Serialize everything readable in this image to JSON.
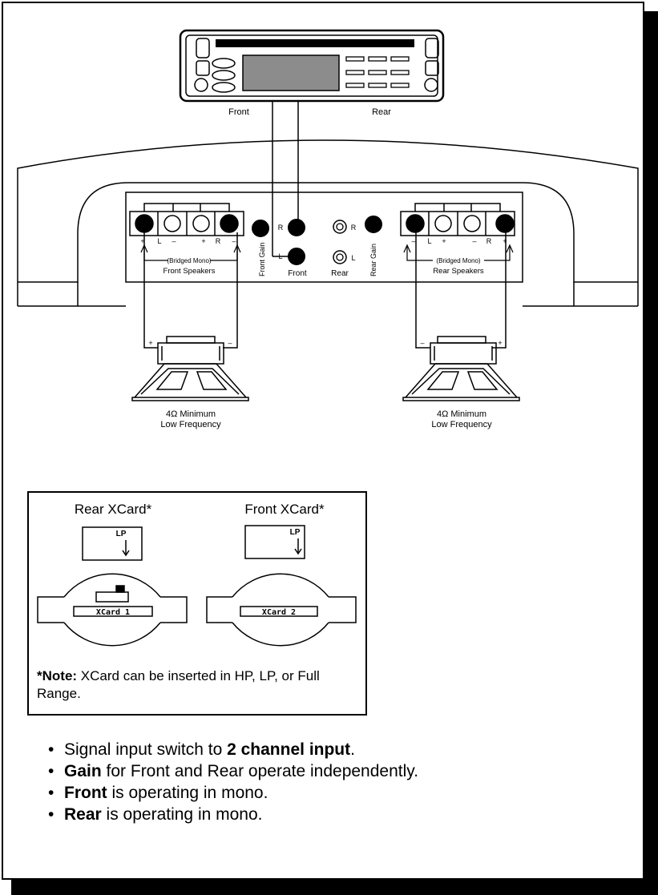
{
  "head_unit": {
    "front_label": "Front",
    "rear_label": "Rear"
  },
  "amplifier": {
    "front_terminals": [
      "+",
      "L",
      "–",
      "+",
      "R",
      "–"
    ],
    "rear_terminals": [
      "–",
      "L",
      "+",
      "–",
      "R",
      "+"
    ],
    "front_bridge_label": "(Bridged Mono)",
    "front_speakers_label": "Front Speakers",
    "rear_bridge_label": "(Bridged Mono)",
    "rear_speakers_label": "Rear Speakers",
    "front_gain_label": "Front Gain",
    "rear_gain_label": "Rear Gain",
    "front_input_label": "Front",
    "rear_input_label": "Rear",
    "input_r": "R",
    "input_l": "L",
    "rear_input_r": "R",
    "rear_input_l": "L"
  },
  "speakers": {
    "left_plus": "+",
    "left_minus": "–",
    "right_minus": "–",
    "right_plus": "+",
    "left_caption_1": "4Ω Minimum",
    "left_caption_2": "Low Frequency",
    "right_caption_1": "4Ω Minimum",
    "right_caption_2": "Low Frequency"
  },
  "xcards": {
    "rear_title": "Rear XCard*",
    "front_title": "Front XCard*",
    "rear_lp": "LP",
    "front_lp": "LP",
    "rear_card": "XCard 1",
    "front_card": "XCard 2",
    "note_bold": "*Note:",
    "note_text": " XCard can be inserted in HP, LP, or Full Range."
  },
  "bullets": [
    {
      "bold_before": "",
      "text": "Signal input switch to ",
      "bold_after": "2 channel input",
      "tail": "."
    },
    {
      "bold_before": "Gain",
      "text": " for Front and Rear operate independently.",
      "bold_after": "",
      "tail": ""
    },
    {
      "bold_before": "Front",
      "text": " is operating in mono.",
      "bold_after": "",
      "tail": ""
    },
    {
      "bold_before": "Rear",
      "text": " is operating in mono.",
      "bold_after": "",
      "tail": ""
    }
  ]
}
